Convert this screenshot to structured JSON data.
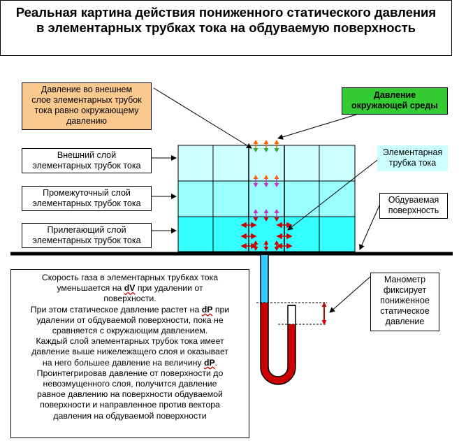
{
  "title": {
    "line1": "Реальная картина действия пониженного статического давления",
    "line2": "в элементарных трубках  тока на обдуваемую поверхность"
  },
  "labels": {
    "outer_pressure": [
      "Давление во внешнем",
      "слое элементарных трубок",
      "тока равно окружающему",
      "давлению"
    ],
    "ambient_pressure": [
      "Давление",
      "окружающей среды"
    ],
    "outer_layer": [
      "Внешний слой",
      "элементарных трубок тока"
    ],
    "middle_layer": [
      "Промежуточный слой",
      "элементарных трубок тока"
    ],
    "adjacent_layer": [
      "Прилегающий слой",
      "элементарных трубок тока"
    ],
    "tube": [
      "Элементарная",
      "трубка тока"
    ],
    "surface": [
      "Обдуваемая",
      "поверхность"
    ],
    "manometer": [
      "Манометр",
      "фиксирует",
      "пониженное",
      "статическое",
      "давление"
    ]
  },
  "explanation": {
    "p1a": "Скорость  газа в элементарных трубках тока",
    "p1b_pre": "уменьшается на ",
    "p1b_var": "dV",
    "p1b_post": " при удалении от",
    "p1c": "поверхности.",
    "p2a_pre": "При этом статическое давление растет на ",
    "p2a_var": "dP",
    "p2a_post": " при",
    "p2b": "удалении от обдуваемой поверхности, пока не",
    "p2c": "сравняется с окружающим давлением.",
    "p3a": "Каждый слой элементарных трубок тока имеет",
    "p3b": "давление выше нижележащего слоя и оказывает",
    "p3c_pre": "на него большее давление на величину ",
    "p3c_var": "dP",
    "p3c_post": ".",
    "p4a": "Проинтегрировав давление от поверхности до",
    "p4b": "невозмущенного слоя, получится давление",
    "p4c": "равное давлению на поверхности обдуваемой",
    "p4d": "поверхности и направленное против вектора",
    "p4e": "давления на обдуваемой поверхности"
  },
  "colors": {
    "orange_box": "#fbc98e",
    "green_box": "#33cc33",
    "tube_box": "#ccffff",
    "layer_outer": "#ccffff",
    "layer_middle": "#99ffff",
    "layer_adjacent": "#33ffff",
    "fluid_red": "#cc0000",
    "fluid_blue": "#33ccff"
  }
}
